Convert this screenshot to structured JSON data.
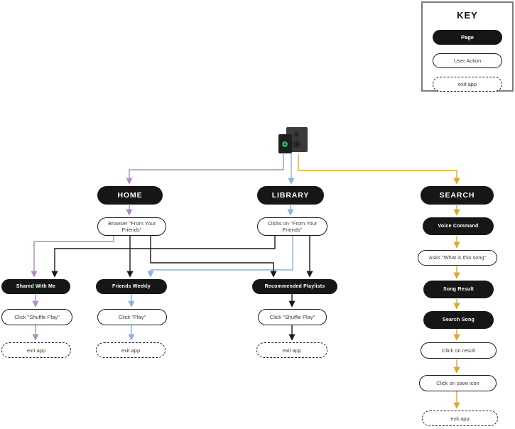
{
  "key": {
    "title": "KEY",
    "page_label": "Page",
    "action_label": "User Action",
    "exit_label": "exit app"
  },
  "colors": {
    "home_branch": "#b08cc2",
    "library_branch": "#8fafdf",
    "search_branch": "#e0a626",
    "edge_black": "#1a1a1a",
    "pill_black": "#161616",
    "spotify_green": "#1db954"
  },
  "nodes": {
    "home": "HOME",
    "library": "LIBRARY",
    "search": "SEARCH",
    "home_action": "Browser \"From Your Friends\"",
    "library_action": "Clicks on \"From Your Friends\"",
    "voice_command": "Voice Command",
    "asks_song": "Asks \"What is this song\"",
    "song_result": "Song Result",
    "search_song": "Search Song",
    "click_result": "Click on result",
    "click_save": "Click on save icon",
    "shared_with_me": "Shared With Me",
    "friends_weekly": "Friends Weekly",
    "recommended_playlists": "Recommended Playlists",
    "shared_action": "Click \"Shuffle Play\"",
    "friends_action": "Click \"Play\"",
    "recommended_action": "Click \"Shuffle Play\"",
    "exit_home": "exit app",
    "exit_friends": "exit app",
    "exit_recommended": "exit app",
    "exit_search": "exit app"
  }
}
